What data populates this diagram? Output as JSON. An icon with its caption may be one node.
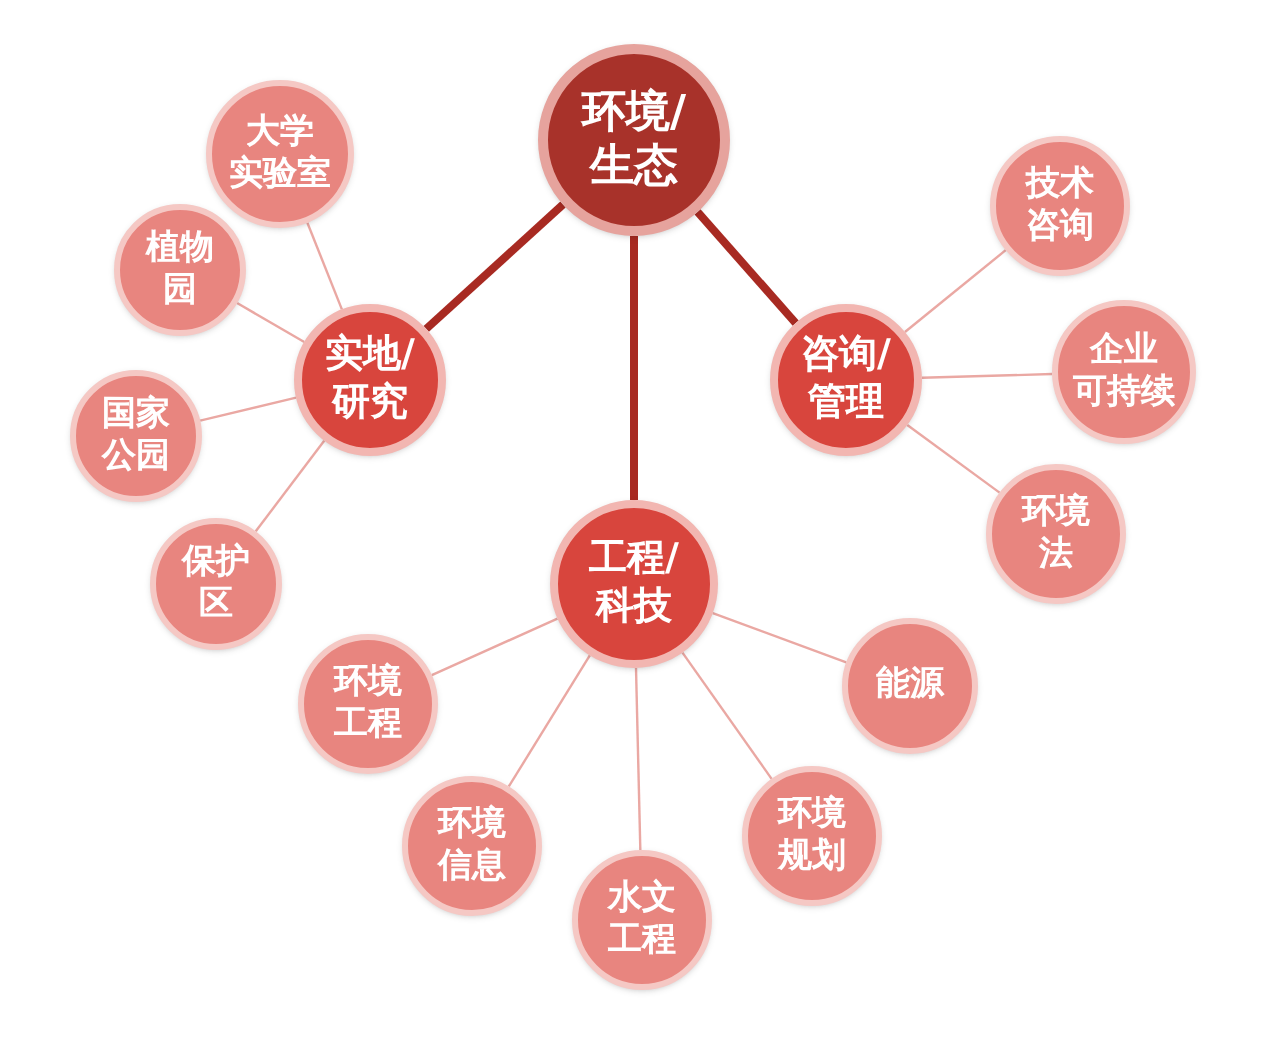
{
  "diagram": {
    "nodes": [
      {
        "text": [
          "环境/生态"
        ]
      },
      {
        "text": [
          "实地/研究"
        ]
      },
      {
        "text": [
          "咨询/管理"
        ]
      },
      {
        "text": [
          "工程/科技"
        ]
      },
      {
        "text": [
          "大学实验室"
        ]
      },
      {
        "text": [
          "植物园"
        ]
      },
      {
        "text": [
          "国家公园"
        ]
      },
      {
        "text": [
          "保护区"
        ]
      },
      {
        "text": [
          "技术咨询"
        ]
      },
      {
        "text": [
          "企业可持续"
        ]
      },
      {
        "text": [
          "环境法"
        ]
      },
      {
        "text": [
          "环境工程"
        ]
      },
      {
        "text": [
          "环境信息"
        ]
      },
      {
        "text": [
          "水文工程"
        ]
      },
      {
        "text": [
          "环境规划"
        ]
      },
      {
        "text": [
          "能源"
        ]
      }
    ],
    "edges": [
      {
        "from": 0,
        "to": 1,
        "arrow": "none",
        "style": "thick",
        "color": "#a82a22"
      },
      {
        "from": 0,
        "to": 2,
        "arrow": "none",
        "style": "thick",
        "color": "#a82a22"
      },
      {
        "from": 0,
        "to": 3,
        "arrow": "none",
        "style": "thick",
        "color": "#a82a22"
      },
      {
        "from": 1,
        "to": 4,
        "arrow": "none"
      },
      {
        "from": 1,
        "to": 5,
        "arrow": "none"
      },
      {
        "from": 1,
        "to": 6,
        "arrow": "none"
      },
      {
        "from": 1,
        "to": 7,
        "arrow": "none"
      },
      {
        "from": 2,
        "to": 8,
        "arrow": "none"
      },
      {
        "from": 2,
        "to": 9,
        "arrow": "none"
      },
      {
        "from": 2,
        "to": 10,
        "arrow": "none"
      },
      {
        "from": 3,
        "to": 11,
        "arrow": "none"
      },
      {
        "from": 3,
        "to": 12,
        "arrow": "none"
      },
      {
        "from": 3,
        "to": 13,
        "arrow": "none"
      },
      {
        "from": 3,
        "to": 14,
        "arrow": "none"
      },
      {
        "from": 3,
        "to": 15,
        "arrow": "none"
      }
    ]
  }
}
